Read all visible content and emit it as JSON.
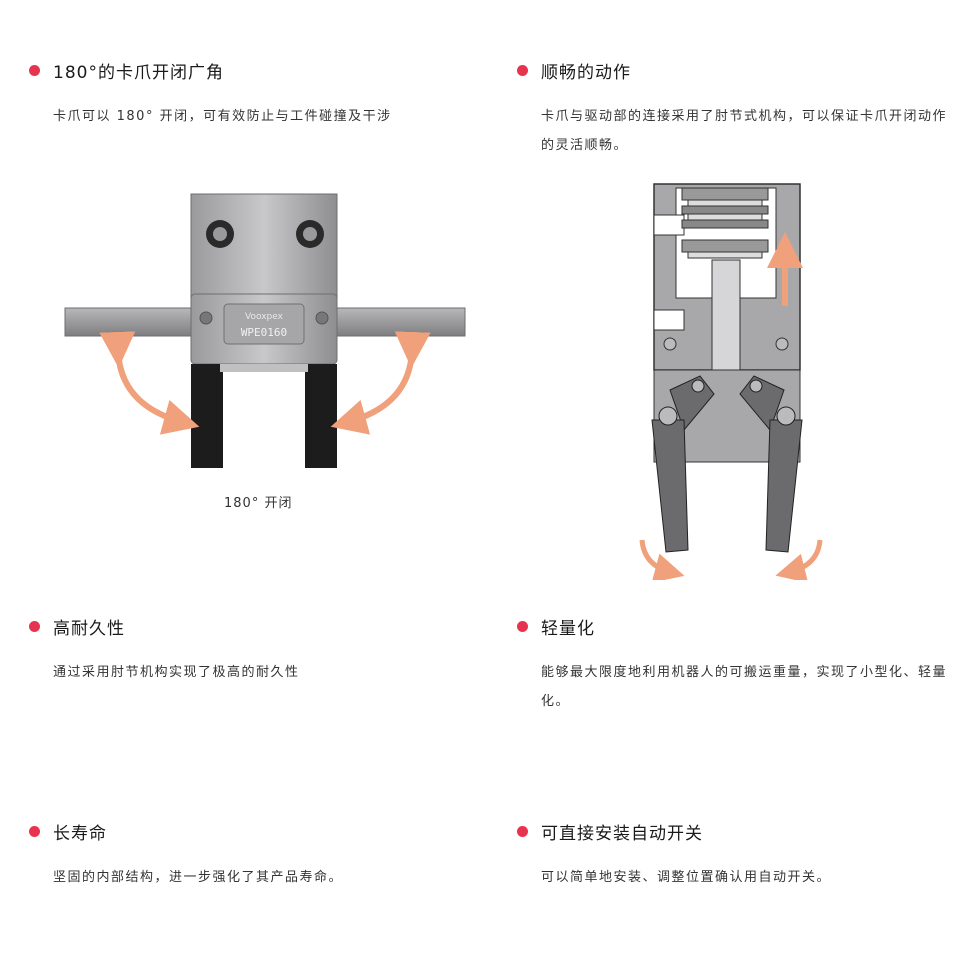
{
  "features": [
    {
      "title": "180°的卡爪开闭广角",
      "desc": "卡爪可以 180° 开闭，可有效防止与工件碰撞及干涉"
    },
    {
      "title": "顺畅的动作",
      "desc": "卡爪与驱动部的连接采用了肘节式机构，可以保证卡爪开闭动作的灵活顺畅。"
    },
    {
      "title": "高耐久性",
      "desc": "通过采用肘节机构实现了极高的耐久性"
    },
    {
      "title": "轻量化",
      "desc": "能够最大限度地利用机器人的可搬运重量，实现了小型化、轻量化。"
    },
    {
      "title": "长寿命",
      "desc": "坚固的内部结构，进一步强化了其产品寿命。"
    },
    {
      "title": "可直接安装自动开关",
      "desc": "可以简单地安装、调整位置确认用自动开关。"
    }
  ],
  "figure1": {
    "caption": "180° 开闭",
    "plate_brand": "Vooxpex",
    "plate_model": "WPE0160"
  },
  "colors": {
    "bullet": "#e8334f",
    "arrow": "#f0a07a"
  }
}
